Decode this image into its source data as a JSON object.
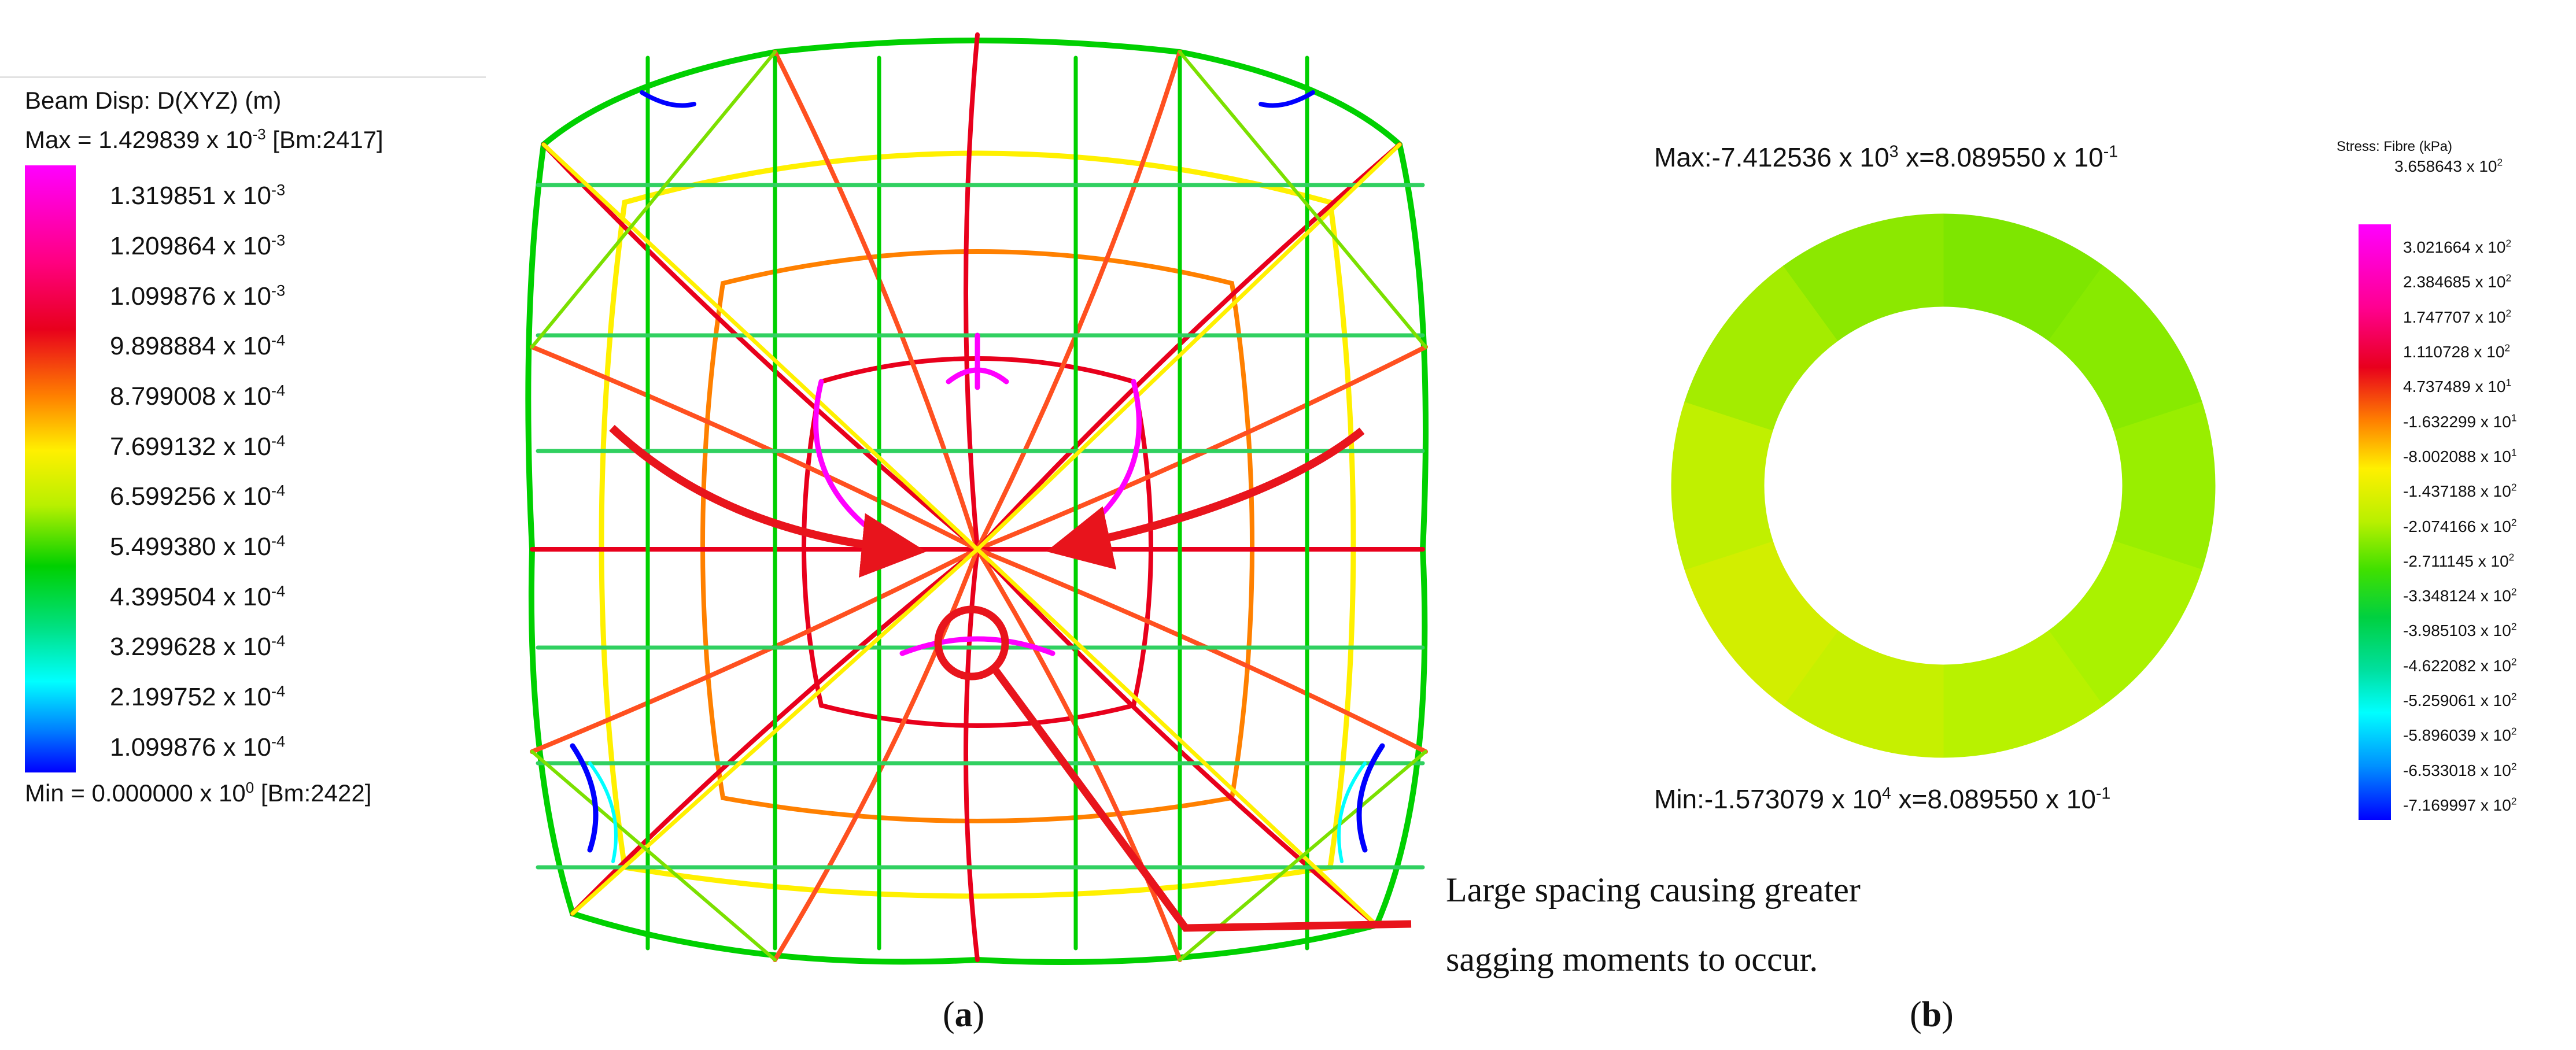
{
  "panel_a": {
    "legend_title": "Beam Disp: D(XYZ) (m)",
    "max_prefix": "Max = 1.429839 x 10",
    "max_exp": "-3",
    "max_suffix": " [Bm:2417]",
    "min_prefix": "Min = 0.000000 x 10",
    "min_exp": "0",
    "min_suffix": " [Bm:2422]",
    "ticks": [
      {
        "mant": "1.319851 x 10",
        "exp": "-3"
      },
      {
        "mant": "1.209864 x 10",
        "exp": "-3"
      },
      {
        "mant": "1.099876 x 10",
        "exp": "-3"
      },
      {
        "mant": "9.898884 x 10",
        "exp": "-4"
      },
      {
        "mant": "8.799008 x 10",
        "exp": "-4"
      },
      {
        "mant": "7.699132 x 10",
        "exp": "-4"
      },
      {
        "mant": "6.599256 x 10",
        "exp": "-4"
      },
      {
        "mant": "5.499380 x 10",
        "exp": "-4"
      },
      {
        "mant": "4.399504 x 10",
        "exp": "-4"
      },
      {
        "mant": "3.299628 x 10",
        "exp": "-4"
      },
      {
        "mant": "2.199752 x 10",
        "exp": "-4"
      },
      {
        "mant": "1.099876 x 10",
        "exp": "-4"
      }
    ],
    "colors": {
      "high": "#ff00ff",
      "red": "#e8001c",
      "yellow": "#fff000",
      "green": "#00d000",
      "cyan": "#00ffff",
      "low": "#0000ff"
    },
    "annotation_line1": "Large spacing causing greater",
    "annotation_line2": "sagging moments to occur.",
    "caption_open": "(",
    "caption_letter": "a",
    "caption_close": ")"
  },
  "panel_b": {
    "ring_max_prefix": "Max:-7.412536 x 10",
    "ring_max_exp": "3",
    "ring_max_mid": " x=8.089550 x 10",
    "ring_max_exp2": "-1",
    "ring_min_prefix": "Min:-1.573079 x 10",
    "ring_min_exp": "4",
    "ring_min_mid": " x=8.089550 x 10",
    "ring_min_exp2": "-1",
    "legend_title": "Stress: Fibre (kPa)",
    "legend_max": {
      "mant": "3.658643 x 10",
      "exp": "2"
    },
    "ticks": [
      {
        "mant": "3.021664 x 10",
        "exp": "2"
      },
      {
        "mant": "2.384685 x 10",
        "exp": "2"
      },
      {
        "mant": "1.747707 x 10",
        "exp": "2"
      },
      {
        "mant": "1.110728 x 10",
        "exp": "2"
      },
      {
        "mant": "4.737489 x 10",
        "exp": "1"
      },
      {
        "mant": "-1.632299 x 10",
        "exp": "1"
      },
      {
        "mant": "-8.002088 x 10",
        "exp": "1"
      },
      {
        "mant": "-1.437188 x 10",
        "exp": "2"
      },
      {
        "mant": "-2.074166 x 10",
        "exp": "2"
      },
      {
        "mant": "-2.711145 x 10",
        "exp": "2"
      },
      {
        "mant": "-3.348124 x 10",
        "exp": "2"
      },
      {
        "mant": "-3.985103 x 10",
        "exp": "2"
      },
      {
        "mant": "-4.622082 x 10",
        "exp": "2"
      },
      {
        "mant": "-5.259061 x 10",
        "exp": "2"
      },
      {
        "mant": "-5.896039 x 10",
        "exp": "2"
      },
      {
        "mant": "-6.533018 x 10",
        "exp": "2"
      },
      {
        "mant": "-7.169997 x 10",
        "exp": "2"
      }
    ],
    "ring_colors": [
      "#7ee600",
      "#88ea00",
      "#99ee00",
      "#aaf200",
      "#b8f200",
      "#c6f000",
      "#d2ee00",
      "#c0f000",
      "#a4ec00",
      "#8ce800"
    ],
    "caption_open": "(",
    "caption_letter": "b",
    "caption_close": ")"
  },
  "annotation_color": "#e8141c"
}
